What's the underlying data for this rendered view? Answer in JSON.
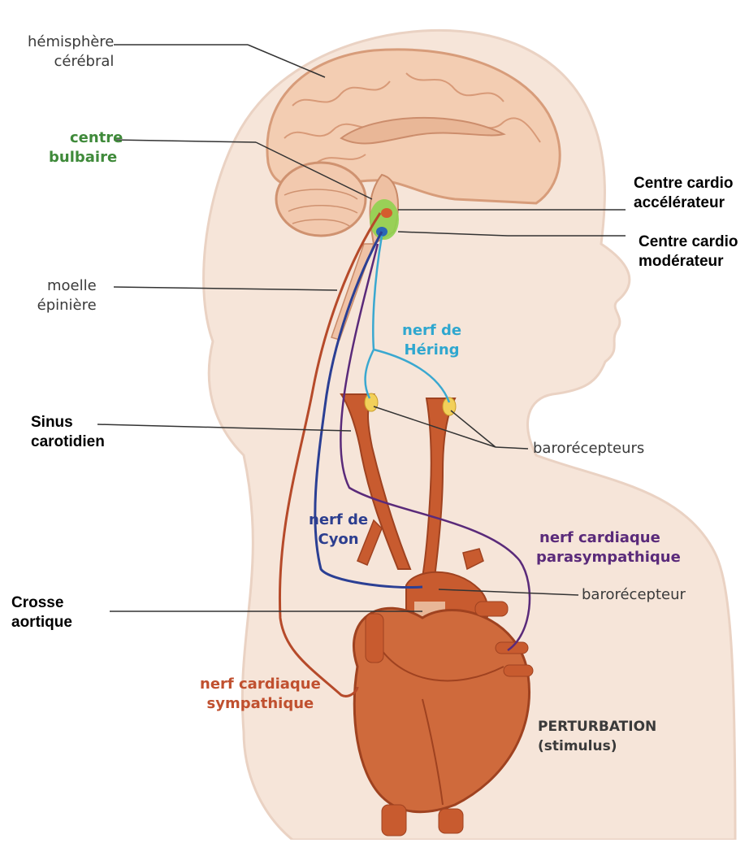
{
  "labels": {
    "hemisphere": [
      "hémisphère",
      "cérébral"
    ],
    "centre_bulbaire": [
      "centre",
      "bulbaire"
    ],
    "centre_accelerateur": [
      "Centre cardio",
      "accélérateur"
    ],
    "centre_moderateur": [
      "Centre cardio",
      "modérateur"
    ],
    "moelle": [
      "moelle",
      "épinière"
    ],
    "nerf_hering": [
      "nerf de",
      "Héring"
    ],
    "sinus": [
      "Sinus",
      "carotidien"
    ],
    "barorecepteurs": "barorécepteurs",
    "nerf_cyon": [
      "nerf de",
      "Cyon"
    ],
    "nerf_parasympathique": [
      "nerf cardiaque",
      "parasympathique"
    ],
    "barorecepteur": "barorécepteur",
    "crosse": [
      "Crosse",
      "aortique"
    ],
    "nerf_sympathique": [
      "nerf cardiaque",
      "sympathique"
    ],
    "perturbation": [
      "PERTURBATION",
      "(stimulus)"
    ]
  },
  "colors": {
    "head": "#f6e3d6",
    "head_outline": "#e7c9b6",
    "brain": "#f2c8ae",
    "artery": "#c65a2e",
    "hering": "#3aa8d0",
    "cyon": "#2b3f94",
    "parasympathetic": "#5a2a7a",
    "sympathetic": "#b64a2a",
    "centre_green": "#8fd14f"
  }
}
